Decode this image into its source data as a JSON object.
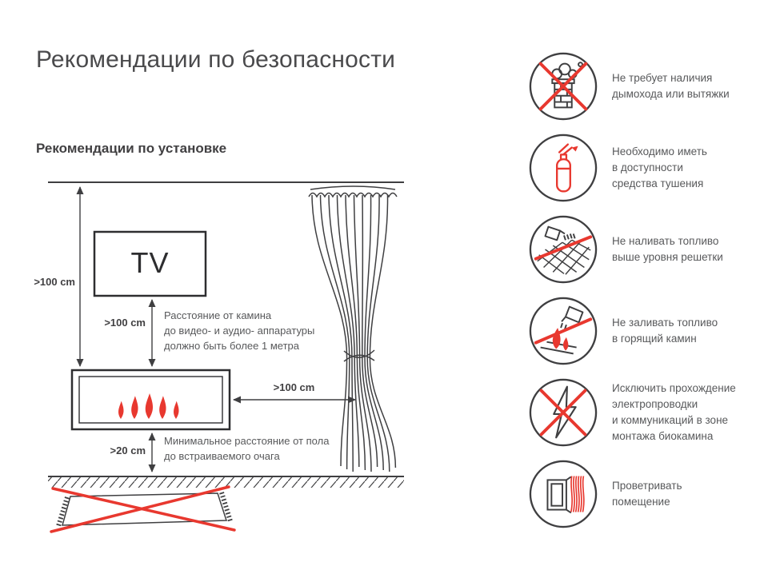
{
  "page": {
    "title": "Рекомендации по безопасности"
  },
  "installation": {
    "section_title": "Рекомендации по установке",
    "tv_label": "TV",
    "dims": {
      "ceiling_to_fireplace": ">100 cm",
      "tv_to_fireplace": ">100 cm",
      "fireplace_to_curtain": ">100 cm",
      "floor_to_fireplace": ">20 cm"
    },
    "notes": {
      "equipment": "Расстояние от камина\nдо видео- и аудио- аппаратуры\nдолжно быть более 1 метра",
      "floor": "Минимальное расстояние от пола\nдо встраиваемого очага"
    }
  },
  "safety_items": [
    {
      "icon": "no-chimney-icon",
      "text": "Не требует наличия\nдымохода или вытяжки"
    },
    {
      "icon": "extinguisher-icon",
      "text": "Необходимо иметь\nв доступности\nсредства тушения"
    },
    {
      "icon": "no-fuel-above-grate-icon",
      "text": "Не наливать топливо\nвыше уровня решетки"
    },
    {
      "icon": "no-fuel-into-burning-icon",
      "text": "Не заливать топливо\nв горящий камин"
    },
    {
      "icon": "no-wiring-icon",
      "text": "Исключить прохождение\nэлектропроводки\nи коммуникаций в зоне\nмонтажа биокамина"
    },
    {
      "icon": "ventilate-icon",
      "text": "Проветривать\nпомещение"
    }
  ],
  "colors": {
    "accent_red": "#e8382f",
    "line_dark": "#3f3f41",
    "text_gray": "#58595b"
  }
}
